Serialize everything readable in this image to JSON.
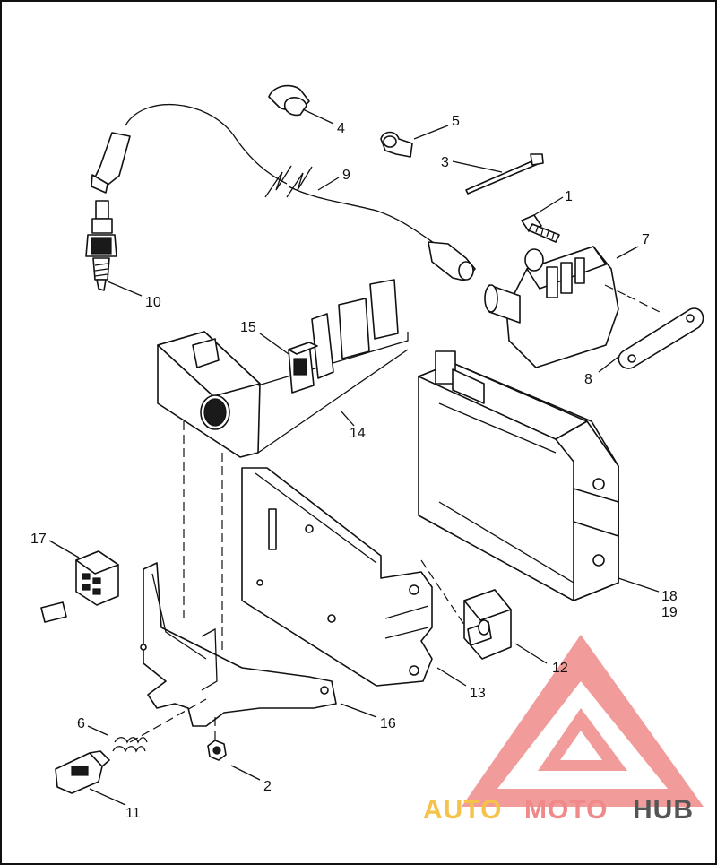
{
  "callouts": [
    {
      "id": "1",
      "label": "1"
    },
    {
      "id": "2",
      "label": "2"
    },
    {
      "id": "3",
      "label": "3"
    },
    {
      "id": "4",
      "label": "4"
    },
    {
      "id": "5",
      "label": "5"
    },
    {
      "id": "6",
      "label": "6"
    },
    {
      "id": "7",
      "label": "7"
    },
    {
      "id": "8",
      "label": "8"
    },
    {
      "id": "9",
      "label": "9"
    },
    {
      "id": "10",
      "label": "10"
    },
    {
      "id": "11",
      "label": "11"
    },
    {
      "id": "12",
      "label": "12"
    },
    {
      "id": "13",
      "label": "13"
    },
    {
      "id": "14",
      "label": "14"
    },
    {
      "id": "15",
      "label": "15"
    },
    {
      "id": "16",
      "label": "16"
    },
    {
      "id": "17",
      "label": "17"
    },
    {
      "id": "18",
      "label": "18"
    },
    {
      "id": "19",
      "label": "19"
    }
  ],
  "watermark": {
    "part1": "AUTO",
    "part2": "MOTO",
    "part3": "HUB",
    "color_primary": "#f08a8a",
    "color_secondary": "#f5c34a",
    "color_tertiary": "#555555"
  },
  "colors": {
    "ink": "#111111",
    "paper": "#ffffff"
  }
}
